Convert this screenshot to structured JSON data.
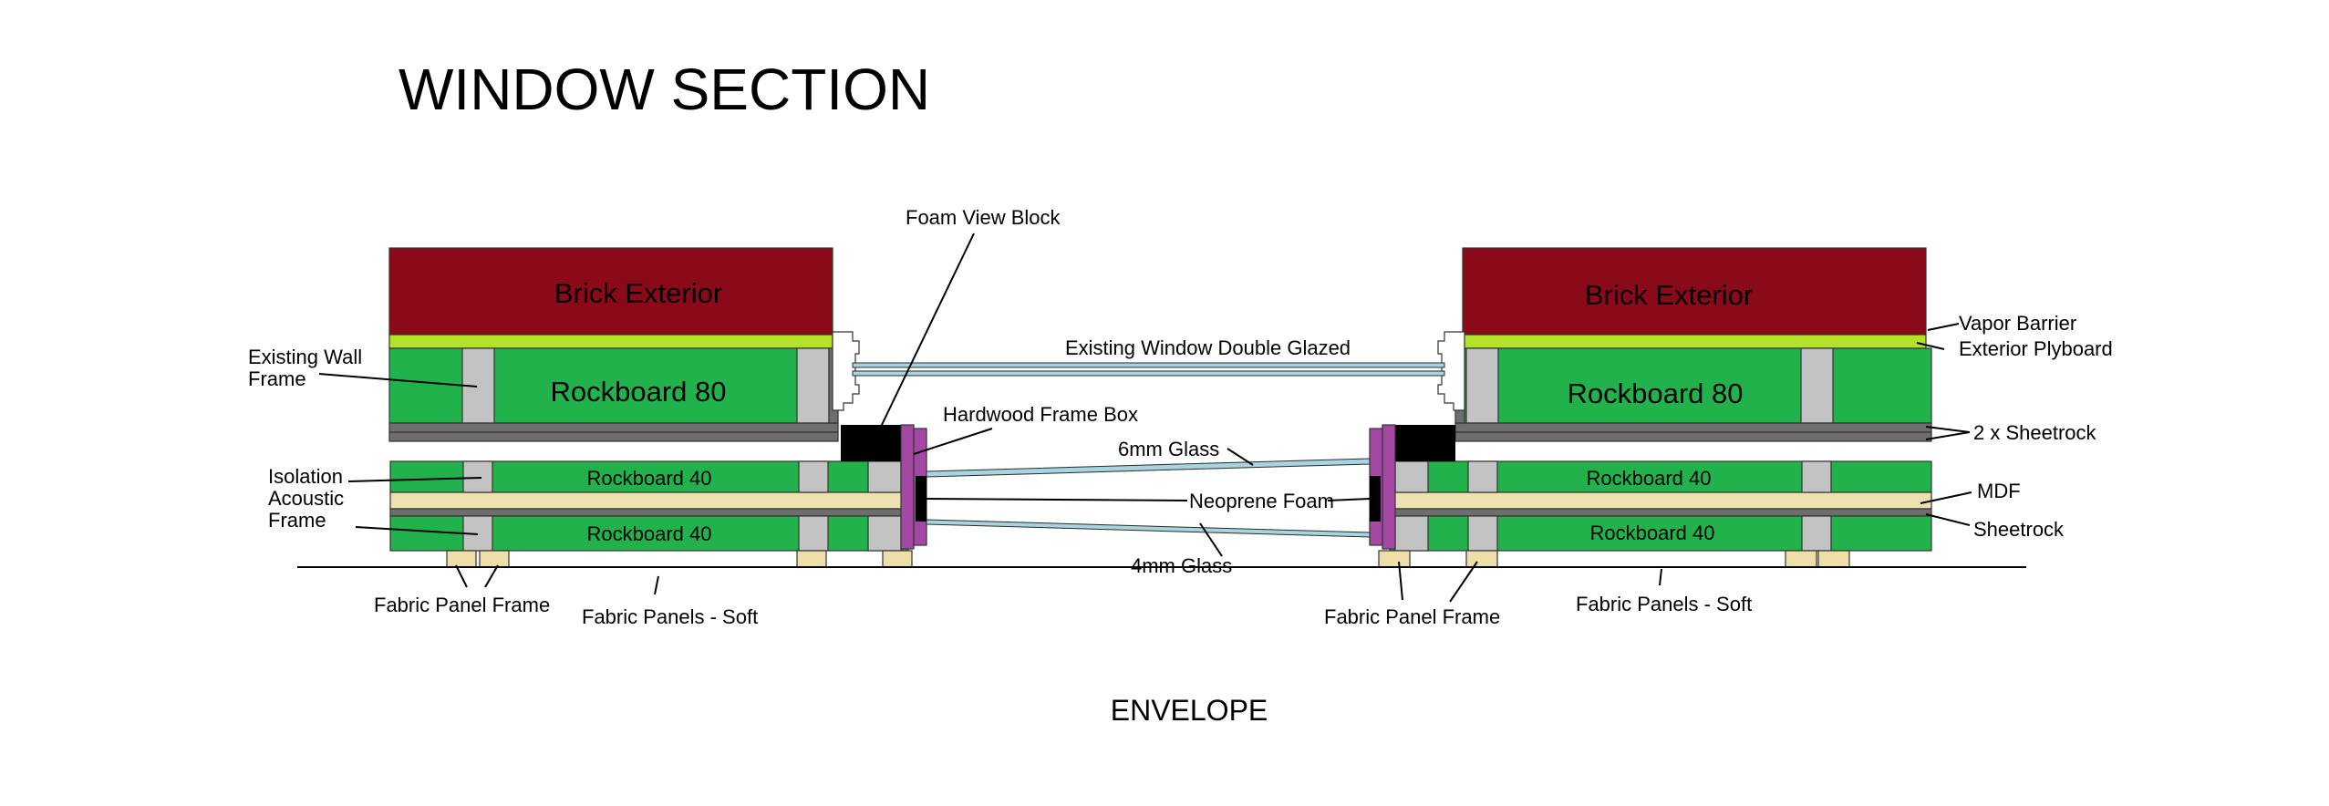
{
  "title": "WINDOW SECTION",
  "footer": "ENVELOPE",
  "colors": {
    "brick": "#8b0a1a",
    "vapor_barrier": "#b4e22b",
    "rockboard": "#22b24c",
    "stud": "#c3c3c3",
    "sheetrock": "#6e6e6e",
    "mdf": "#eee1b0",
    "fabric_frame": "#eedfa8",
    "hardwood_frame": "#a349a4",
    "foam_block": "#000000",
    "glass": "#a8d4e0"
  },
  "layers": {
    "brick_left": "Brick Exterior",
    "brick_right": "Brick Exterior",
    "rockboard80_left": "Rockboard 80",
    "rockboard80_right": "Rockboard 80",
    "rb40_left_upper": "Rockboard 40",
    "rb40_left_lower": "Rockboard 40",
    "rb40_right_upper": "Rockboard 40",
    "rb40_right_lower": "Rockboard 40"
  },
  "callouts": {
    "foam_view_block": "Foam View Block",
    "existing_window": "Existing Window  Double Glazed",
    "hardwood_frame_box": "Hardwood Frame Box",
    "glass_6mm": "6mm Glass",
    "neoprene_foam": "Neoprene Foam",
    "glass_4mm": "4mm Glass",
    "existing_wall_frame_1": "Existing Wall",
    "existing_wall_frame_2": "Frame",
    "isolation_1": "Isolation",
    "isolation_2": "Acoustic",
    "isolation_3": "Frame",
    "fabric_panel_frame_left": "Fabric Panel Frame",
    "fabric_panels_soft_left": "Fabric Panels - Soft",
    "fabric_panel_frame_right": "Fabric Panel Frame",
    "fabric_panels_soft_right": "Fabric Panels - Soft",
    "vapor_barrier": "Vapor Barrier",
    "exterior_plyboard": "Exterior Plyboard",
    "sheetrock_2x": "2 x Sheetrock",
    "mdf": "MDF",
    "sheetrock": "Sheetrock"
  }
}
